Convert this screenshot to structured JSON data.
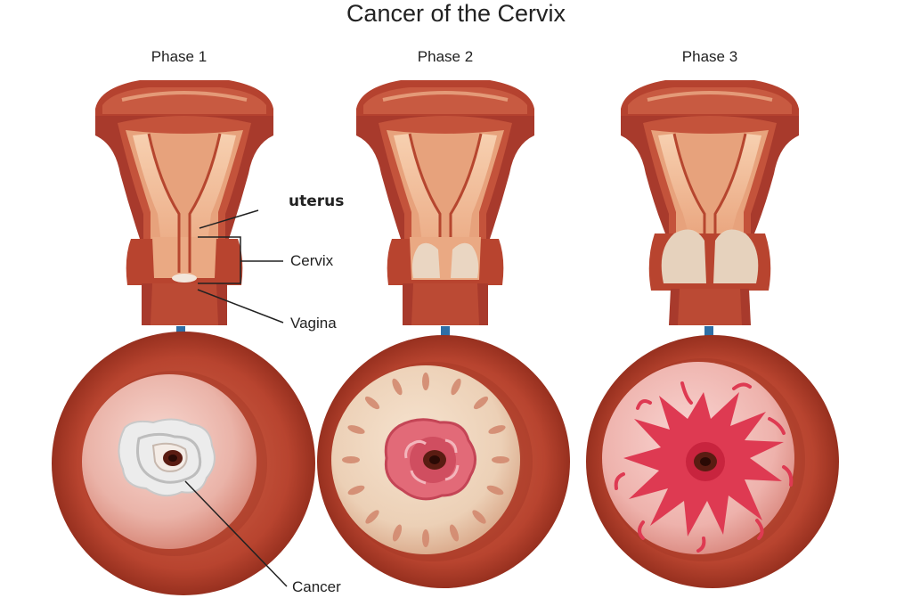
{
  "title": "Cancer of the Cervix",
  "phases": [
    {
      "label": "Phase 1"
    },
    {
      "label": "Phase 2"
    },
    {
      "label": "Phase 3"
    }
  ],
  "labels": {
    "uterus": "uterus",
    "cervix": "Cervix",
    "vagina": "Vagina",
    "cancer": "Cancer"
  },
  "colors": {
    "tissue_dark": "#a83a2c",
    "tissue_mid": "#c4533b",
    "tissue_light": "#e7a27c",
    "lining": "#f4c7a4",
    "growth": "#ead6c2",
    "arrow": "#2f6fa6",
    "lesion_white": "#ececec",
    "lesion_red": "#d9344a"
  }
}
